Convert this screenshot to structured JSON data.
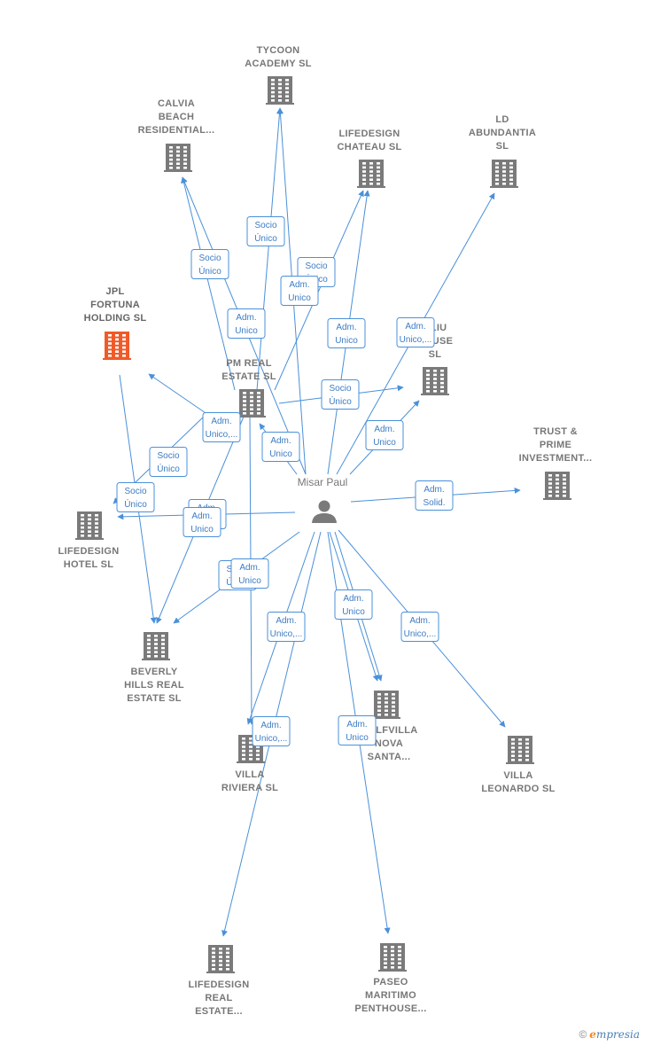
{
  "center": {
    "name": "Misar Paul"
  },
  "companies": [
    {
      "id": "tycoon",
      "lines": [
        "TYCOON",
        "ACADEMY  SL"
      ]
    },
    {
      "id": "calvia",
      "lines": [
        "CALVIA",
        "BEACH",
        "RESIDENTIAL..."
      ]
    },
    {
      "id": "lifedesign-chateau",
      "lines": [
        "LIFEDESIGN",
        "CHATEAU  SL"
      ]
    },
    {
      "id": "ld-abundantia",
      "lines": [
        "LD",
        "ABUNDANTIA",
        "SL"
      ]
    },
    {
      "id": "jpl",
      "lines": [
        "JPL",
        "FORTUNA",
        "HOLDING  SL"
      ],
      "highlight": true
    },
    {
      "id": "pm-real",
      "lines": [
        "PM REAL",
        "ESTATE  SL"
      ]
    },
    {
      "id": "aliu",
      "lines": [
        "ALIU",
        "HOUSE",
        "SL"
      ]
    },
    {
      "id": "trust",
      "lines": [
        "TRUST &",
        "PRIME",
        "INVESTMENT..."
      ]
    },
    {
      "id": "lifedesign-hotel",
      "lines": [
        "LIFEDESIGN",
        "HOTEL  SL"
      ]
    },
    {
      "id": "beverly",
      "lines": [
        "BEVERLY",
        "HILLS REAL",
        "ESTATE  SL"
      ]
    },
    {
      "id": "villa-riviera",
      "lines": [
        "VILLA",
        "RIVIERA  SL"
      ]
    },
    {
      "id": "golfvilla",
      "lines": [
        "GOLFVILLA",
        "NOVA",
        "SANTA..."
      ]
    },
    {
      "id": "villa-leonardo",
      "lines": [
        "VILLA",
        "LEONARDO  SL"
      ]
    },
    {
      "id": "lifedesign-real",
      "lines": [
        "LIFEDESIGN",
        "REAL",
        "ESTATE..."
      ]
    },
    {
      "id": "paseo",
      "lines": [
        "PASEO",
        "MARITIMO",
        "PENTHOUSE..."
      ]
    }
  ],
  "relations": [
    {
      "lines": [
        "Socio",
        "Único"
      ]
    },
    {
      "lines": [
        "Socio",
        "Único"
      ]
    },
    {
      "lines": [
        "Socio",
        "Único"
      ]
    },
    {
      "lines": [
        "Adm.",
        "Unico"
      ]
    },
    {
      "lines": [
        "Adm.",
        "Unico"
      ]
    },
    {
      "lines": [
        "Adm.",
        "Unico"
      ]
    },
    {
      "lines": [
        "Adm.",
        "Unico,..."
      ]
    },
    {
      "lines": [
        "Socio",
        "Único"
      ]
    },
    {
      "lines": [
        "Adm.",
        "Unico,..."
      ]
    },
    {
      "lines": [
        "Adm.",
        "Unico"
      ]
    },
    {
      "lines": [
        "Adm.",
        "Unico"
      ]
    },
    {
      "lines": [
        "Socio",
        "Único"
      ]
    },
    {
      "lines": [
        "Adm.",
        "Solid."
      ]
    },
    {
      "lines": [
        "Socio",
        "Único"
      ]
    },
    {
      "lines": [
        "Adm.",
        "Unico"
      ]
    },
    {
      "lines": [
        "Adm.",
        "Unico"
      ]
    },
    {
      "lines": [
        "Socio",
        "Único"
      ]
    },
    {
      "lines": [
        "Adm.",
        "Unico"
      ]
    },
    {
      "lines": [
        "Adm.",
        "Unico"
      ]
    },
    {
      "lines": [
        "Adm.",
        "Unico,..."
      ]
    },
    {
      "lines": [
        "Adm.",
        "Unico,..."
      ]
    },
    {
      "lines": [
        "Adm.",
        "Unico"
      ]
    }
  ],
  "footer": {
    "copyright": "©",
    "brand_initial": "e",
    "brand_rest": "mpresia"
  },
  "colors": {
    "edge": "#4a90d9",
    "building": "#7a7a7a",
    "highlight": "#f05a28",
    "person": "#7a7a7a"
  }
}
